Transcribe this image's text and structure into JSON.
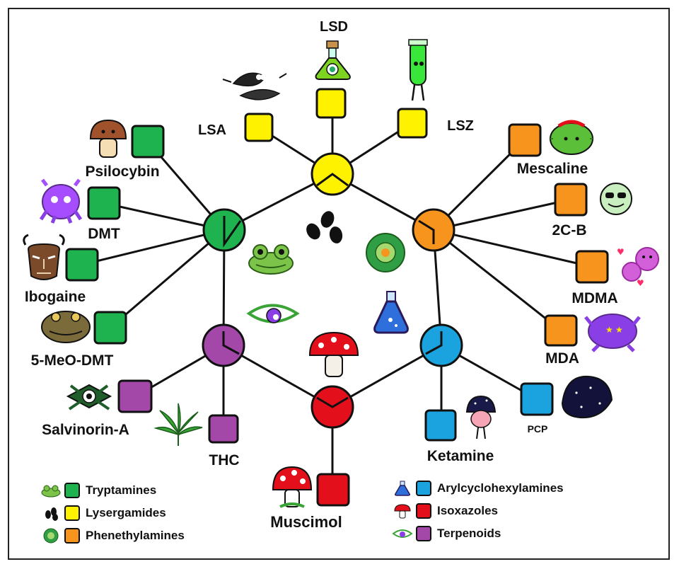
{
  "colors": {
    "tryptamines": "#1fb34f",
    "lysergamides": "#fff200",
    "phenethylamines": "#f7941d",
    "arylcyclohexylamines": "#1aa3df",
    "isoxazoles": "#e3101b",
    "terpenoids": "#a348a8"
  },
  "labels": {
    "lsd": "LSD",
    "lsa": "LSA",
    "lsz": "LSZ",
    "psilocybin": "Psilocybin",
    "dmt": "DMT",
    "ibogaine": "Ibogaine",
    "five_meo_dmt": "5-MeO-DMT",
    "salvinorin_a": "Salvinorin-A",
    "thc": "THC",
    "muscimol": "Muscimol",
    "ketamine": "Ketamine",
    "pcp": "PCP",
    "mda": "MDA",
    "mdma": "MDMA",
    "two_c_b": "2C-B",
    "mescaline": "Mescaline"
  },
  "legend": [
    {
      "icon": "frog-icon",
      "class": "tryptamines",
      "label": "Tryptamines"
    },
    {
      "icon": "seeds-icon",
      "class": "lysergamides",
      "label": "Lysergamides"
    },
    {
      "icon": "cactus-flower-icon",
      "class": "phenethylamines",
      "label": "Phenethylamines"
    },
    {
      "icon": "flask-icon",
      "class": "arylcyclohexylamines",
      "label": "Arylcyclohexylamines"
    },
    {
      "icon": "mushroom-icon",
      "class": "isoxazoles",
      "label": "Isoxazoles"
    },
    {
      "icon": "eye-icon",
      "class": "terpenoids",
      "label": "Terpenoids"
    }
  ]
}
